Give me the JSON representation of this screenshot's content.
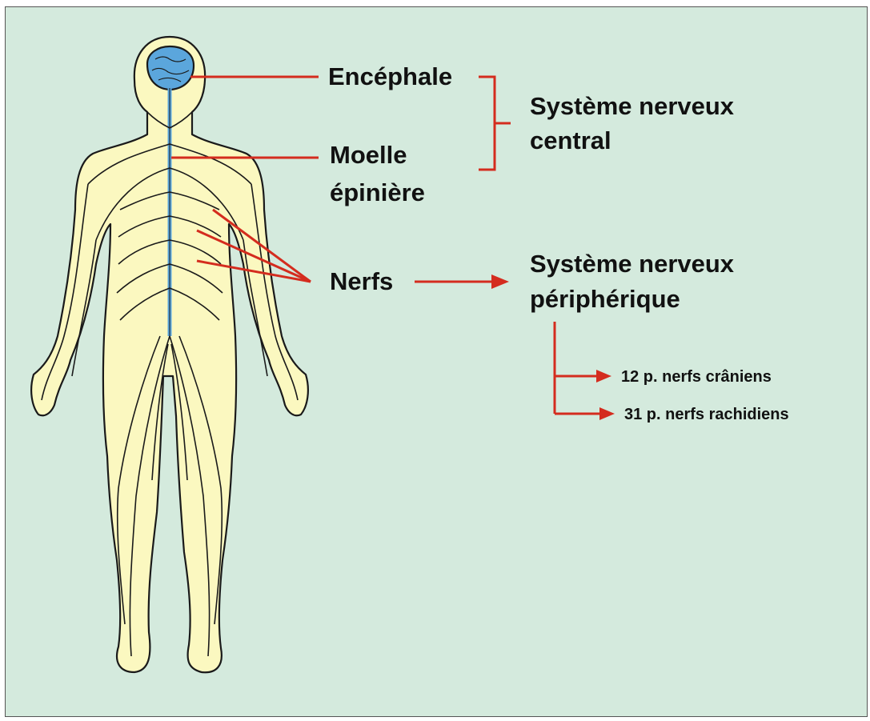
{
  "colors": {
    "background": "#d4eadd",
    "body_fill": "#fbf8c0",
    "nerve_stroke": "#1a1a1a",
    "brain_fill": "#5ba6dc",
    "leader_lines": "#d42c1e"
  },
  "labels": {
    "encephale": "Encéphale",
    "moelle_line1": "Moelle",
    "moelle_line2": "épinière",
    "snc_line1": "Système nerveux",
    "snc_line2": "central",
    "nerfs": "Nerfs",
    "snp_line1": "Système nerveux",
    "snp_line2": "périphérique",
    "cranial": "12 p. nerfs crâniens",
    "spinal": "31 p. nerfs rachidiens"
  },
  "icons": {
    "figure": "human-nervous-system-figure",
    "brain": "brain-icon",
    "spine": "spinal-cord-icon"
  }
}
